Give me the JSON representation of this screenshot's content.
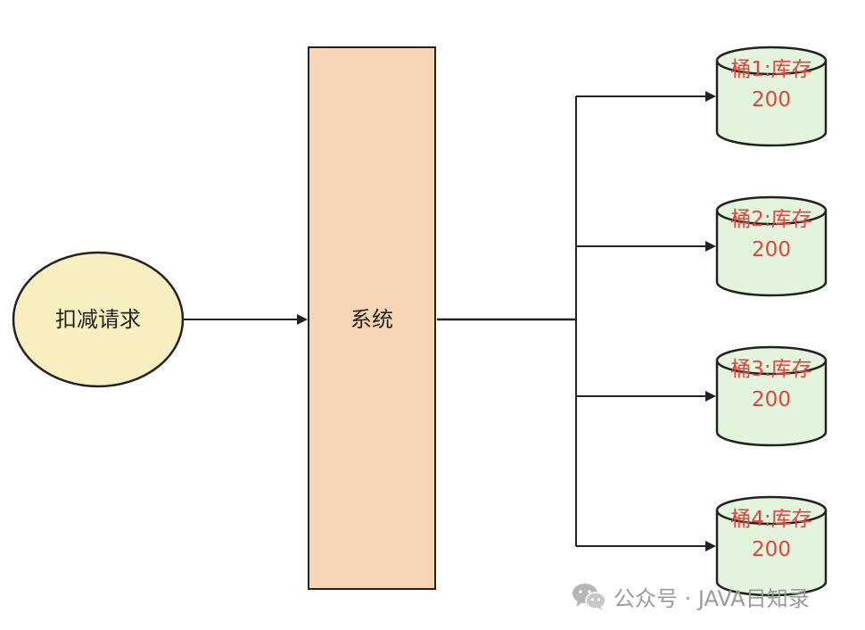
{
  "nodes": {
    "request": "扣减请求",
    "system": "系统"
  },
  "buckets": [
    {
      "label": "桶1:库存",
      "stock": "200"
    },
    {
      "label": "桶2:库存",
      "stock": "200"
    },
    {
      "label": "桶3:库存",
      "stock": "200"
    },
    {
      "label": "桶4:库存",
      "stock": "200"
    }
  ],
  "watermark": {
    "text": "公众号 · JAVA日知录",
    "icon": "wechat-icon"
  },
  "colors": {
    "request_fill": "#f8efc0",
    "system_fill": "#f7d5b4",
    "bucket_fill": "#e2f5dc",
    "bucket_text": "#e0443c",
    "line": "#222222"
  }
}
